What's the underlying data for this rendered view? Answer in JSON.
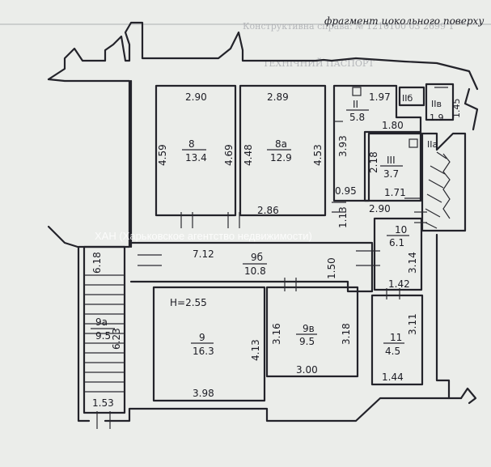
{
  "header": {
    "title": "фрагмент цокольного поверху"
  },
  "watermark": "ХАН (Харьковское агентство недвижимости)",
  "ceiling_height": "H=2.55",
  "rooms": [
    {
      "id": "8",
      "number": "8",
      "area": "13.4"
    },
    {
      "id": "8a",
      "number": "8а",
      "area": "12.9"
    },
    {
      "id": "II",
      "number": "II",
      "area": "5.8"
    },
    {
      "id": "III",
      "number": "III",
      "area": "3.7"
    },
    {
      "id": "IIb",
      "number": "IIб",
      "area": ""
    },
    {
      "id": "IIv",
      "number": "IIв",
      "area": "1.9"
    },
    {
      "id": "IIa",
      "number": "IIа",
      "area": ""
    },
    {
      "id": "10",
      "number": "10",
      "area": "6.1"
    },
    {
      "id": "9b",
      "number": "9б",
      "area": "10.8"
    },
    {
      "id": "9a",
      "number": "9а",
      "area": "9.5"
    },
    {
      "id": "9",
      "number": "9",
      "area": "16.3"
    },
    {
      "id": "9v",
      "number": "9в",
      "area": "9.5"
    },
    {
      "id": "11",
      "number": "11",
      "area": "4.5"
    }
  ],
  "dimensions": {
    "r8_top": "2.90",
    "r8_left": "4.59",
    "r8_right": "4.69",
    "r8a_top": "2.89",
    "r8a_left": "4.48",
    "r8a_right": "4.53",
    "r8a_bottom": "2.86",
    "rII_top": "1.97",
    "rII_side": "3.93",
    "rIIv_side": "1.45",
    "rIII_top": "1.80",
    "rIII_side": "2.18",
    "rIII_bottom": "1.71",
    "d_095": "0.95",
    "d_113": "1.13",
    "d_290b": "2.90",
    "r10_side": "3.14",
    "r10_bottom": "1.42",
    "r9b_top": "7.12",
    "r9b_right": "1.50",
    "r9a_top": "6.18",
    "r9a_side": "6.23",
    "r9a_bottom": "1.53",
    "r9_side": "4.13",
    "r9_bottom": "3.98",
    "r9v_left": "3.16",
    "r9v_right": "3.18",
    "r9v_bottom": "3.00",
    "r11_side": "3.11",
    "r11_bottom": "1.44"
  },
  "background_print": {
    "top_line": "Конструктивна справа: № 1210100 03 2699 1",
    "line_2": "ТЕХНІЧНИЙ ПАСПОРТ"
  }
}
